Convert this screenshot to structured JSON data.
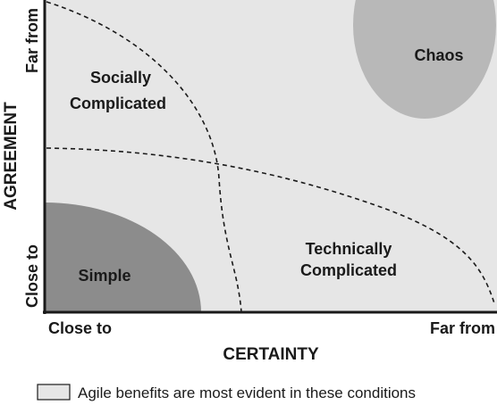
{
  "colors": {
    "plot_fill": "#e6e6e6",
    "simple_fill": "#8c8c8c",
    "chaos_fill": "#b8b8b8",
    "axis": "#1a1a1a"
  },
  "regions": {
    "socially_line1": "Socially",
    "socially_line2": "Complicated",
    "technically_line1": "Technically",
    "technically_line2": "Complicated",
    "simple": "Simple",
    "chaos": "Chaos"
  },
  "x_axis": {
    "title": "CERTAINTY",
    "low": "Close to",
    "high": "Far from"
  },
  "y_axis": {
    "title": "AGREEMENT",
    "low": "Close to",
    "high": "Far from"
  },
  "legend": {
    "text": "Agile benefits are most evident in these conditions"
  }
}
